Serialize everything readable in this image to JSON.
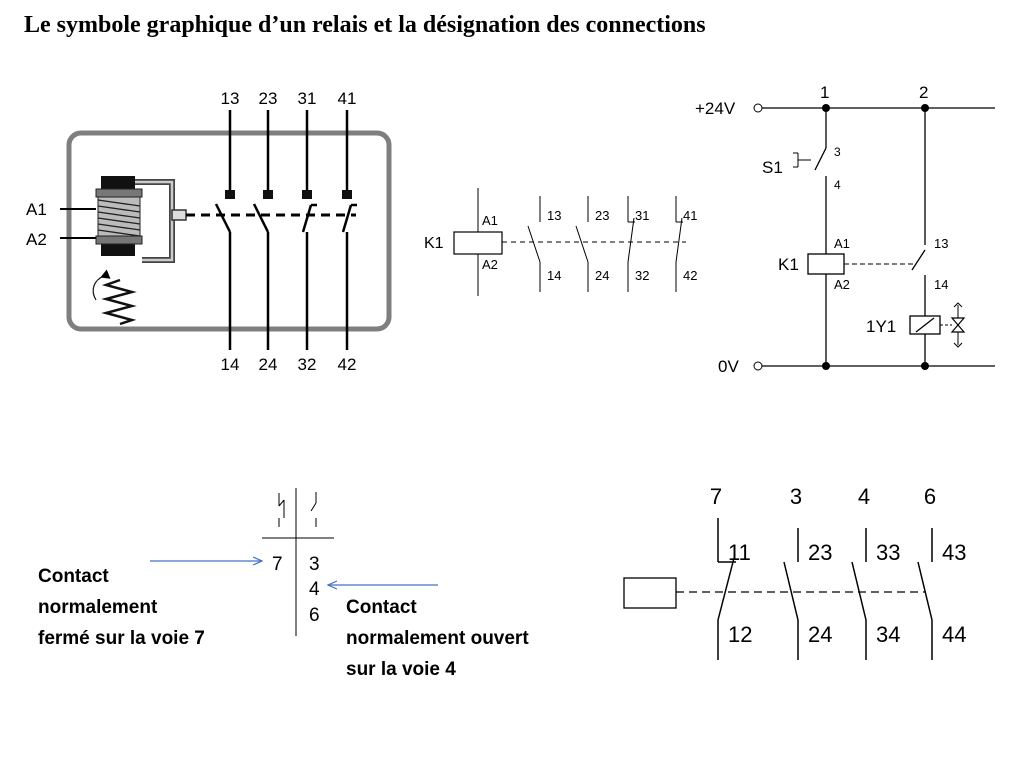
{
  "title": "Le symbole graphique d’un relais et la désignation des connections",
  "relay_box": {
    "top_labels": [
      "13",
      "23",
      "31",
      "41"
    ],
    "bottom_labels": [
      "14",
      "24",
      "32",
      "42"
    ],
    "coil_labels": [
      "A1",
      "A2"
    ]
  },
  "relay_symbol": {
    "coil_name": "K1",
    "coil_labels": [
      "A1",
      "A2"
    ],
    "top_labels": [
      "13",
      "23",
      "31",
      "41"
    ],
    "bottom_labels": [
      "14",
      "24",
      "32",
      "42"
    ]
  },
  "circuit": {
    "supply_plus": "+24V",
    "supply_zero": "0V",
    "node_labels": [
      "1",
      "2"
    ],
    "switch_name": "S1",
    "switch_contacts": [
      "3",
      "4"
    ],
    "relay_name": "K1",
    "relay_coil": [
      "A1",
      "A2"
    ],
    "relay_contacts": [
      "13",
      "14"
    ],
    "valve_name": "1Y1"
  },
  "cross_reference": {
    "left_column": [
      "7"
    ],
    "right_column": [
      "3",
      "4",
      "6"
    ]
  },
  "contact_row": {
    "voie_labels": [
      "7",
      "3",
      "4",
      "6"
    ],
    "top_labels": [
      "11",
      "23",
      "33",
      "43"
    ],
    "bottom_labels": [
      "12",
      "24",
      "34",
      "44"
    ]
  },
  "notes": {
    "nc_contact": [
      "Contact",
      "normalement",
      "fermé sur la voie 7"
    ],
    "no_contact": [
      "Contact",
      "normalement ouvert",
      "sur la voie 4"
    ]
  },
  "colors": {
    "arrow": "#4472c4",
    "box_outline": "#7f7f7f"
  }
}
